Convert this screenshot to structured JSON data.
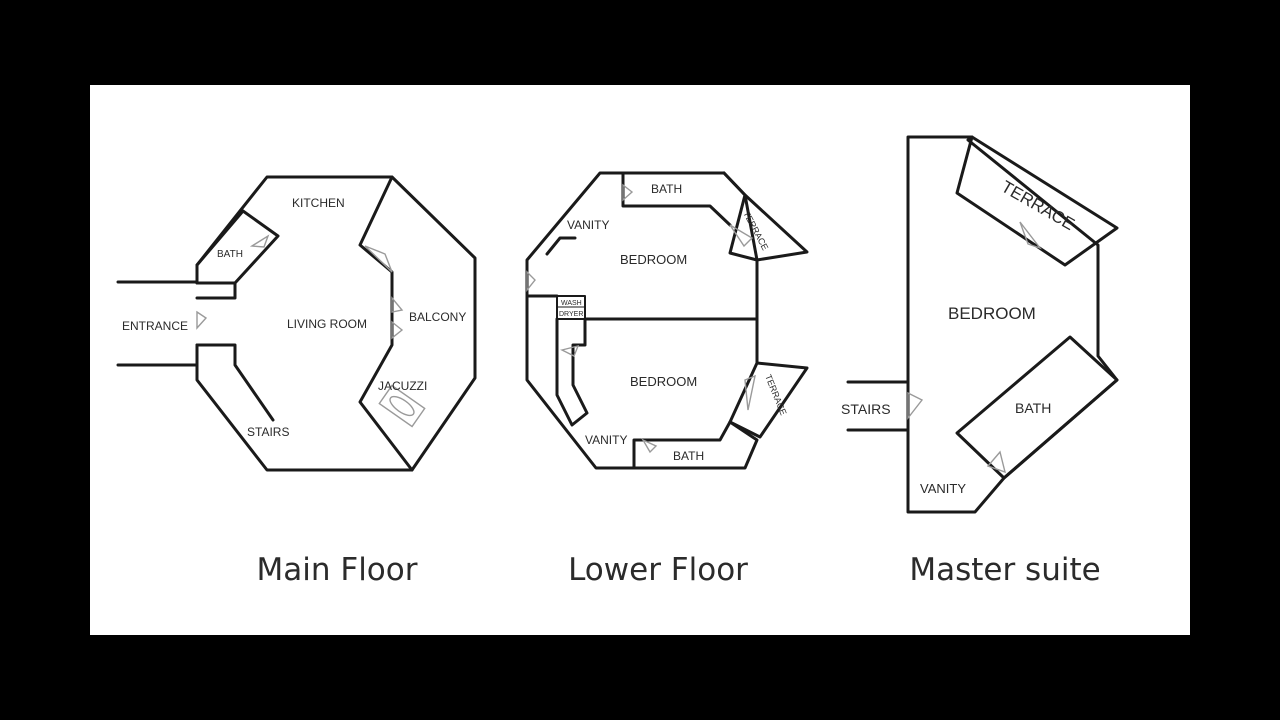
{
  "floors": [
    {
      "caption": "Main Floor",
      "rooms": [
        "KITCHEN",
        "BATH",
        "ENTRANCE",
        "LIVING ROOM",
        "BALCONY",
        "JACUZZI",
        "STAIRS"
      ]
    },
    {
      "caption": "Lower Floor",
      "rooms": [
        "BATH",
        "VANITY",
        "BEDROOM",
        "TERRACE",
        "WASH",
        "DRYER",
        "BEDROOM",
        "TERRACE",
        "VANITY",
        "BATH"
      ]
    },
    {
      "caption": "Master suite",
      "rooms": [
        "TERRACE",
        "BEDROOM",
        "STAIRS",
        "BATH",
        "VANITY"
      ]
    }
  ],
  "colors": {
    "background": "#000000",
    "panel": "#ffffff",
    "wall": "#1a1a1a",
    "door": "#9a9a9a"
  }
}
